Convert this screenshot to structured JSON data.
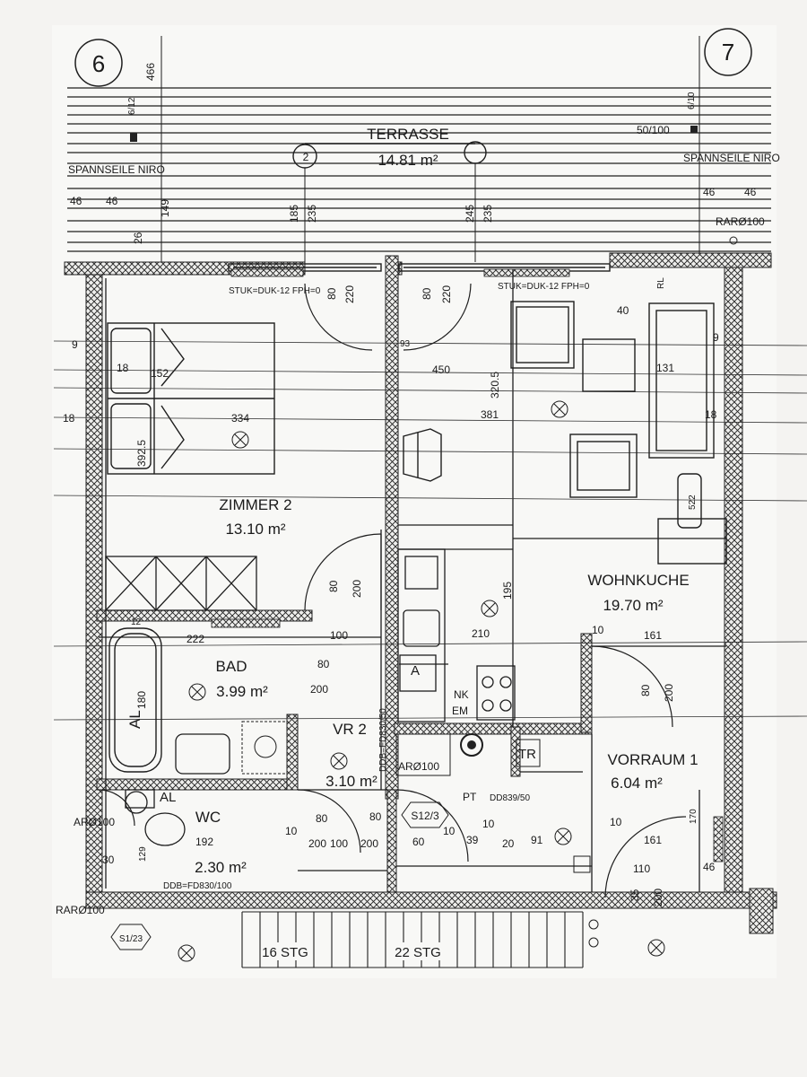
{
  "axes": {
    "left": "6",
    "right": "7"
  },
  "rooms": {
    "terrasse": {
      "name": "TERRASSE",
      "area": "14.81 m²"
    },
    "zimmer": {
      "name": "ZIMMER 2",
      "area": "13.10 m²"
    },
    "wohnkuche": {
      "name": "WOHNKUCHE",
      "area": "19.70 m²"
    },
    "bad": {
      "name": "BAD",
      "area": "3.99 m²"
    },
    "vr": {
      "name": "VR 2",
      "area": "3.10 m²"
    },
    "vorraum": {
      "name": "VORRAUM 1",
      "area": "6.04 m²"
    },
    "wc": {
      "name": "WC",
      "area": "2.30 m²"
    }
  },
  "notes": {
    "spannseile_left": "SPANNSEILE NIRO",
    "spannseile_right": "SPANNSEILE NIRO",
    "stuk_left": "STUK=DUK-12 FPH=0",
    "stuk_right": "STUK=DUK-12 FPH=0",
    "ratio_right": "50/100",
    "rar_right": "RARØ100",
    "ar_wc": "ARØ100",
    "ar_vr": "ARØ100",
    "rar_bottom": "RARØ100",
    "ddb_wc": "DDB=FD830/100",
    "ddb_vr": "DDB=FD830/50",
    "ddb_pt": "DD839/50",
    "pt": "PT",
    "nk": "NK",
    "em": "EM",
    "tr": "TR",
    "rl": "RL",
    "al_bath": "AL",
    "al_wc": "AL",
    "al_kitchen": "A",
    "s12_3": "S12/3",
    "s1_23": "S1/23",
    "stg_16": "16 STG",
    "stg_22": "22 STG",
    "post_6_12": "6/12",
    "post_6_10": "6/10"
  },
  "dimensions": {
    "d466": "466",
    "d46a": "46",
    "d46b": "46",
    "d46c": "46",
    "d46d": "46",
    "d149": "149",
    "d26": "26",
    "d185": "185",
    "d235a": "235",
    "d245": "245",
    "d235b": "235",
    "d80a": "80",
    "d220a": "220",
    "d80b": "80",
    "d220b": "220",
    "d40": "40",
    "d9a": "9",
    "d9b": "9",
    "d18a": "18",
    "d18b": "18",
    "d18c": "18",
    "d152": "152",
    "d334": "334",
    "d392": "392.5",
    "d450": "450",
    "d320": "320.5",
    "d381": "381",
    "d131": "131",
    "d522": "522",
    "d195": "195",
    "d210": "210",
    "d80c": "80",
    "d200a": "200",
    "d222": "222",
    "d100a": "100",
    "d80d": "80",
    "d200b": "200",
    "d180": "180",
    "d10a": "10",
    "d161a": "161",
    "d80e": "80",
    "d200c": "200",
    "d192": "192",
    "d80f": "80",
    "d80g": "80",
    "d200d": "200",
    "d100b": "100",
    "d200e": "200",
    "d60": "60",
    "d10b": "10",
    "d39": "39",
    "d20": "20",
    "d91": "91",
    "d10c": "10",
    "d161b": "161",
    "d110": "110",
    "d170": "170",
    "d46e": "46",
    "d35": "35",
    "d200f": "200",
    "d30": "30",
    "d129": "129",
    "d12": "12",
    "d10d": "10",
    "d10e": "10",
    "d93": "93"
  }
}
